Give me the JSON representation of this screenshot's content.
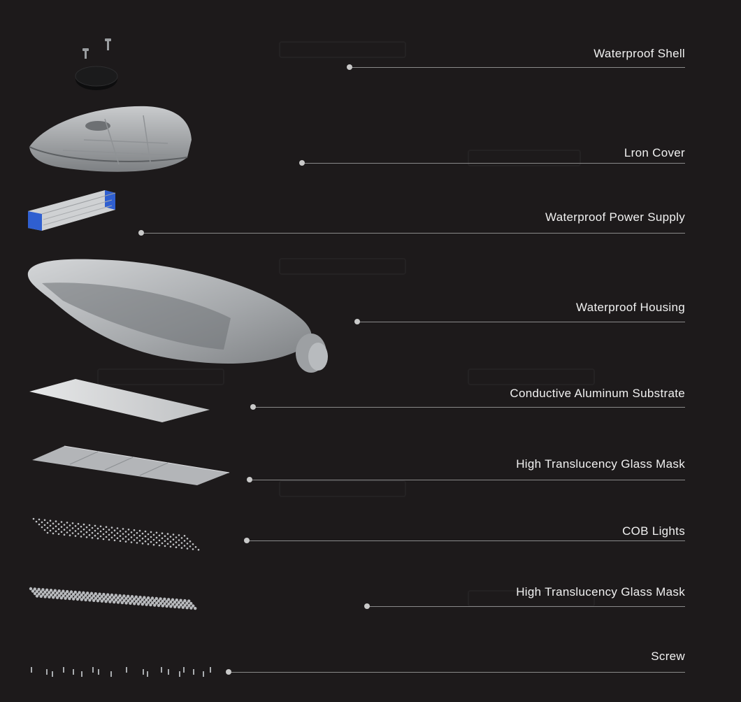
{
  "colors": {
    "background": "#1d1a1b",
    "label_text": "#f1f1f1",
    "leader_line": "#8a8a8a",
    "part_gray": "#a9abae",
    "power_supply_blue": "#2f5fd0"
  },
  "components": [
    {
      "name": "waterproof-shell",
      "label": "Waterproof Shell"
    },
    {
      "name": "iron-cover",
      "label": "Lron Cover"
    },
    {
      "name": "waterproof-power-supply",
      "label": "Waterproof Power Supply"
    },
    {
      "name": "waterproof-housing",
      "label": "Waterproof Housing"
    },
    {
      "name": "conductive-aluminum-substrate",
      "label": "Conductive Aluminum Substrate"
    },
    {
      "name": "glass-mask-1",
      "label": "High Translucency Glass Mask"
    },
    {
      "name": "cob-lights",
      "label": "COB Lights"
    },
    {
      "name": "glass-mask-2",
      "label": "High Translucency Glass Mask"
    },
    {
      "name": "screw",
      "label": "Screw"
    }
  ]
}
